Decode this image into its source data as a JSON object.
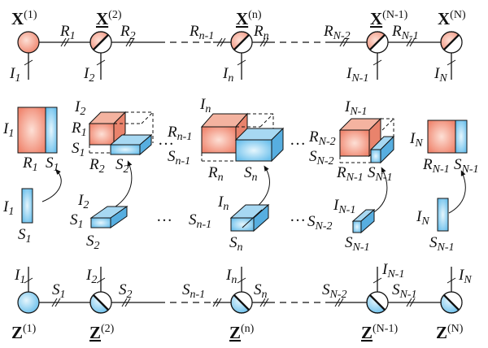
{
  "colors": {
    "core_red": "#f08770",
    "core_blue": "#6cc0ec",
    "line": "#111111"
  },
  "top_row": {
    "nodes": [
      {
        "symbol": "X",
        "sup": "(1)",
        "underline": false
      },
      {
        "symbol": "X",
        "sup": "(2)",
        "underline": true
      },
      {
        "symbol": "X",
        "sup": "(n)",
        "underline": true
      },
      {
        "symbol": "X",
        "sup": "(N-1)",
        "underline": true
      },
      {
        "symbol": "X",
        "sup": "(N)",
        "underline": false
      }
    ],
    "edge_labels": [
      "R",
      "1",
      "R",
      "2",
      "R",
      "n-1",
      "R",
      "n",
      "R",
      "N-2",
      "R",
      "N-1"
    ],
    "leg_labels": [
      "I",
      "1",
      "I",
      "2",
      "I",
      "n",
      "I",
      "N-1",
      "I",
      "N"
    ]
  },
  "middle": {
    "col1": {
      "I": "I",
      "I_sub": "1",
      "R": "R",
      "R_sub": "1",
      "S": "S",
      "S_sub": "1"
    },
    "col2": {
      "I": "I",
      "I_sub": "2",
      "R": "R",
      "R_sub": "1",
      "S": "S",
      "S_sub": "1",
      "R2": "R",
      "R2_sub": "2",
      "S2": "S",
      "S2_sub": "2"
    },
    "coln": {
      "I": "I",
      "I_sub": "n",
      "R": "R",
      "R_sub": "n-1",
      "S": "S",
      "S_sub": "n-1",
      "R2": "R",
      "R2_sub": "n",
      "S2": "S",
      "S2_sub": "n"
    },
    "colN1": {
      "I": "I",
      "I_sub": "N-1",
      "R": "R",
      "R_sub": "N-2",
      "S": "S",
      "S_sub": "N-2",
      "R2": "R",
      "R2_sub": "N-1",
      "S2": "S",
      "S2_sub": "N-1"
    },
    "colN": {
      "I": "I",
      "I_sub": "N",
      "R": "R",
      "R_sub": "N-1",
      "S": "S",
      "S_sub": "N-1"
    },
    "ellipsis": "…"
  },
  "lower": {
    "col1": {
      "I": "I",
      "I_sub": "1",
      "S": "S",
      "S_sub": "1"
    },
    "col2": {
      "I": "I",
      "I_sub": "2",
      "S1": "S",
      "S1_sub": "1",
      "S2": "S",
      "S2_sub": "2"
    },
    "coln": {
      "I": "I",
      "I_sub": "n",
      "S1": "S",
      "S1_sub": "n-1",
      "S2": "S",
      "S2_sub": "n"
    },
    "colN1": {
      "I": "I",
      "I_sub": "N-1",
      "S1": "S",
      "S1_sub": "N-2",
      "S2": "S",
      "S2_sub": "N-1"
    },
    "colN": {
      "I": "I",
      "I_sub": "N",
      "S": "S",
      "S_sub": "N-1"
    }
  },
  "bottom_row": {
    "nodes": [
      {
        "symbol": "Z",
        "sup": "(1)",
        "underline": false
      },
      {
        "symbol": "Z",
        "sup": "(2)",
        "underline": true
      },
      {
        "symbol": "Z",
        "sup": "(n)",
        "underline": true
      },
      {
        "symbol": "Z",
        "sup": "(N-1)",
        "underline": true
      },
      {
        "symbol": "Z",
        "sup": "(N)",
        "underline": false
      }
    ],
    "edge_labels": [
      "S",
      "1",
      "S",
      "2",
      "S",
      "n-1",
      "S",
      "n",
      "S",
      "N-2",
      "S",
      "N-1"
    ],
    "leg_labels": [
      "I",
      "1",
      "I",
      "2",
      "I",
      "n",
      "I",
      "N-1",
      "I",
      "N"
    ]
  }
}
